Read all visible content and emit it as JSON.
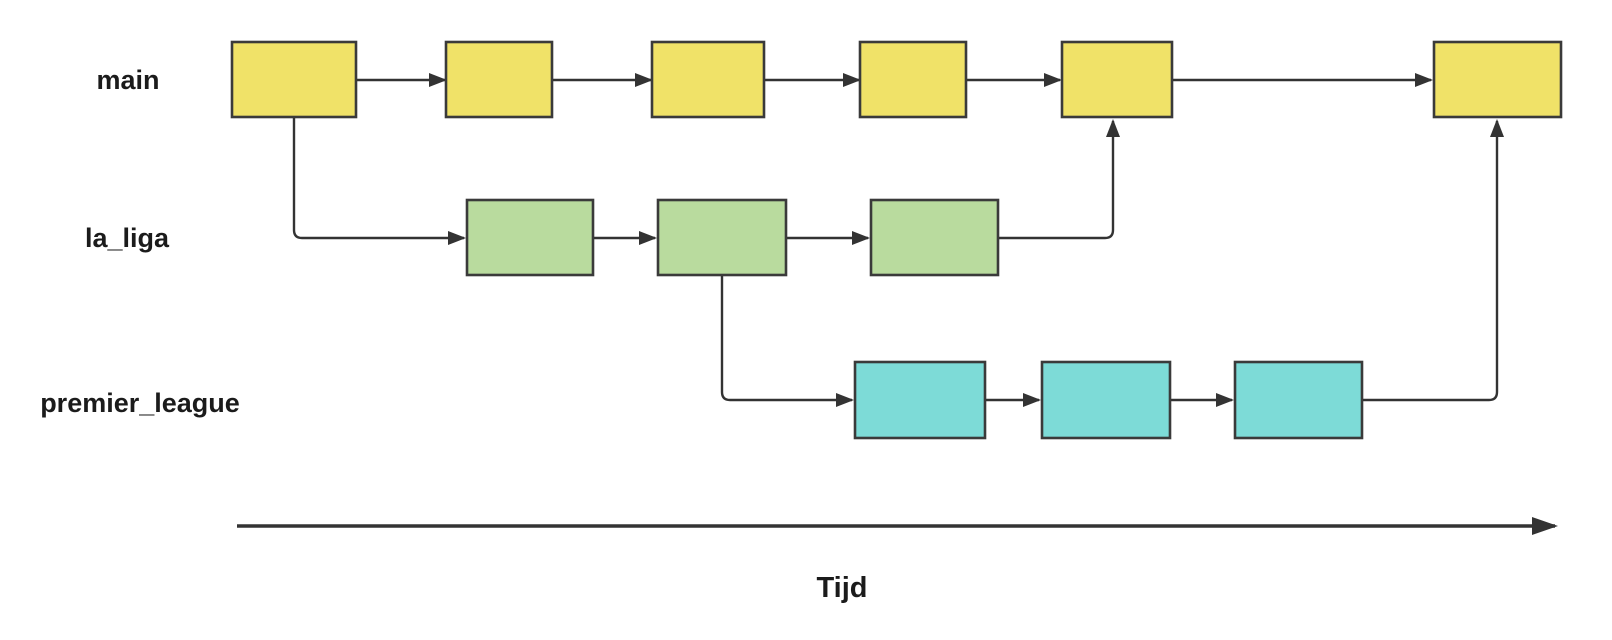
{
  "colors": {
    "background": "#ffffff",
    "main_commit_fill": "#F0E268",
    "la_liga_commit_fill": "#B9DB9E",
    "premier_league_commit_fill": "#7DDBD7",
    "box_border": "#3a3a3a",
    "line": "#333333",
    "text": "#1b1b1b"
  },
  "labels": {
    "main": "main",
    "la_liga": "la_liga",
    "premier_league": "premier_league",
    "axis": "Tijd"
  },
  "diagram": {
    "type": "git-branch-timeline",
    "branches": [
      {
        "label": "main",
        "commit_count": 6,
        "color": "#F0E268",
        "row": 1
      },
      {
        "label": "la_liga",
        "commit_count": 3,
        "color": "#B9DB9E",
        "row": 2
      },
      {
        "label": "premier_league",
        "commit_count": 3,
        "color": "#7DDBD7",
        "row": 3
      }
    ],
    "relations": [
      {
        "type": "branch",
        "from": "main commit 1",
        "to": "la_liga commit 1"
      },
      {
        "type": "merge",
        "from": "la_liga commit 3",
        "to": "main commit 5"
      },
      {
        "type": "branch",
        "from": "la_liga commit 2",
        "to": "premier_league commit 1"
      },
      {
        "type": "merge",
        "from": "premier_league commit 3",
        "to": "main commit 6"
      }
    ],
    "x_axis_label": "Tijd"
  }
}
